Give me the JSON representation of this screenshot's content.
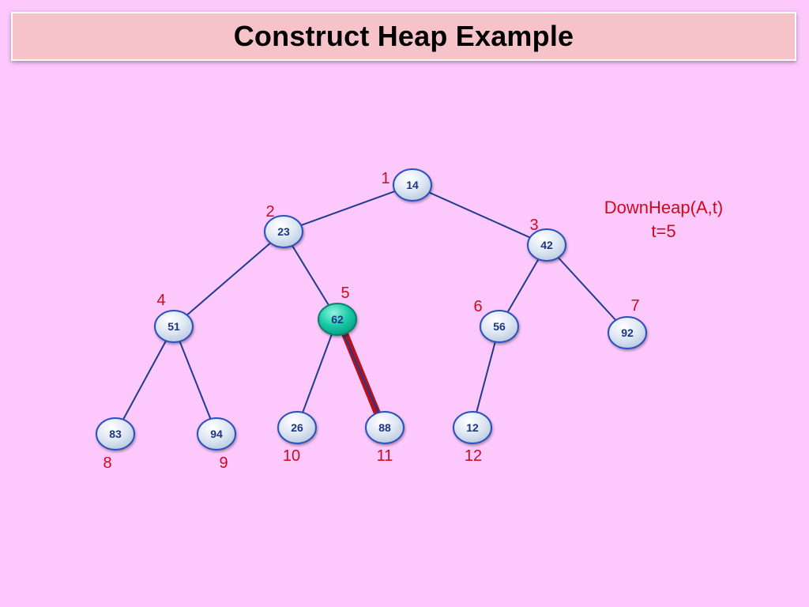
{
  "title": "Construct Heap Example",
  "annotation": {
    "line1": "DownHeap(A,t)",
    "line2": "t=5"
  },
  "colors": {
    "background": "#fdc9fd",
    "title_bar": "#f6c3c8",
    "node_fill": "#dde7f3",
    "node_border": "#2b4fbf",
    "active_node": "#18c9a8",
    "edge": "#1f3a8f",
    "highlight_edge": "#b4121f",
    "label": "#cc0a1c"
  },
  "heap": {
    "active_index": 5,
    "highlight_edge": [
      5,
      11
    ],
    "nodes": [
      {
        "index": 1,
        "index_label": "1",
        "value": "14"
      },
      {
        "index": 2,
        "index_label": "2",
        "value": "23"
      },
      {
        "index": 3,
        "index_label": "3",
        "value": "42"
      },
      {
        "index": 4,
        "index_label": "4",
        "value": "51"
      },
      {
        "index": 5,
        "index_label": "5",
        "value": "62"
      },
      {
        "index": 6,
        "index_label": "6",
        "value": "56"
      },
      {
        "index": 7,
        "index_label": "7",
        "value": "92"
      },
      {
        "index": 8,
        "index_label": "8",
        "value": "83"
      },
      {
        "index": 9,
        "index_label": "9",
        "value": "94"
      },
      {
        "index": 10,
        "index_label": "10",
        "value": "26"
      },
      {
        "index": 11,
        "index_label": "11",
        "value": "88"
      },
      {
        "index": 12,
        "index_label": "12",
        "value": "12"
      }
    ]
  }
}
